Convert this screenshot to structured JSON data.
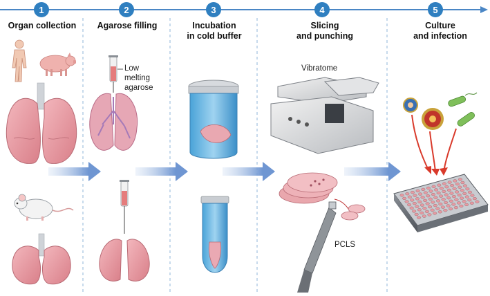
{
  "colors": {
    "timeline": "#4a86c5",
    "badge": "#2f7fc0",
    "arrow": "#7fa4d8",
    "divider": "#8fb6d8",
    "lung": "#e79aa2",
    "infection_arrow": "#d93a2b"
  },
  "steps": [
    {
      "number": "1",
      "title": "Organ collection"
    },
    {
      "number": "2",
      "title": "Agarose filling"
    },
    {
      "number": "3",
      "title": "Incubation in cold buffer"
    },
    {
      "number": "4",
      "title": "Slicing and punching"
    },
    {
      "number": "5",
      "title": "Culture and infection"
    }
  ],
  "step_title_lines": {
    "s3": [
      "Incubation",
      "in cold buffer"
    ],
    "s4": [
      "Slicing",
      "and punching"
    ],
    "s5": [
      "Culture",
      "and infection"
    ]
  },
  "labels": {
    "agarose": [
      "Low",
      "melting",
      "agarose"
    ],
    "vibratome": "Vibratome",
    "pcls": "PCLS"
  },
  "icons": [
    "human-icon",
    "pig-icon",
    "mouse-icon",
    "lungs-icon",
    "syringe-icon",
    "jar-icon",
    "tube-icon",
    "vibratome-icon",
    "punch-tool-icon",
    "slice-icon",
    "virus-icon",
    "bacteria-icon",
    "well-plate-icon"
  ]
}
